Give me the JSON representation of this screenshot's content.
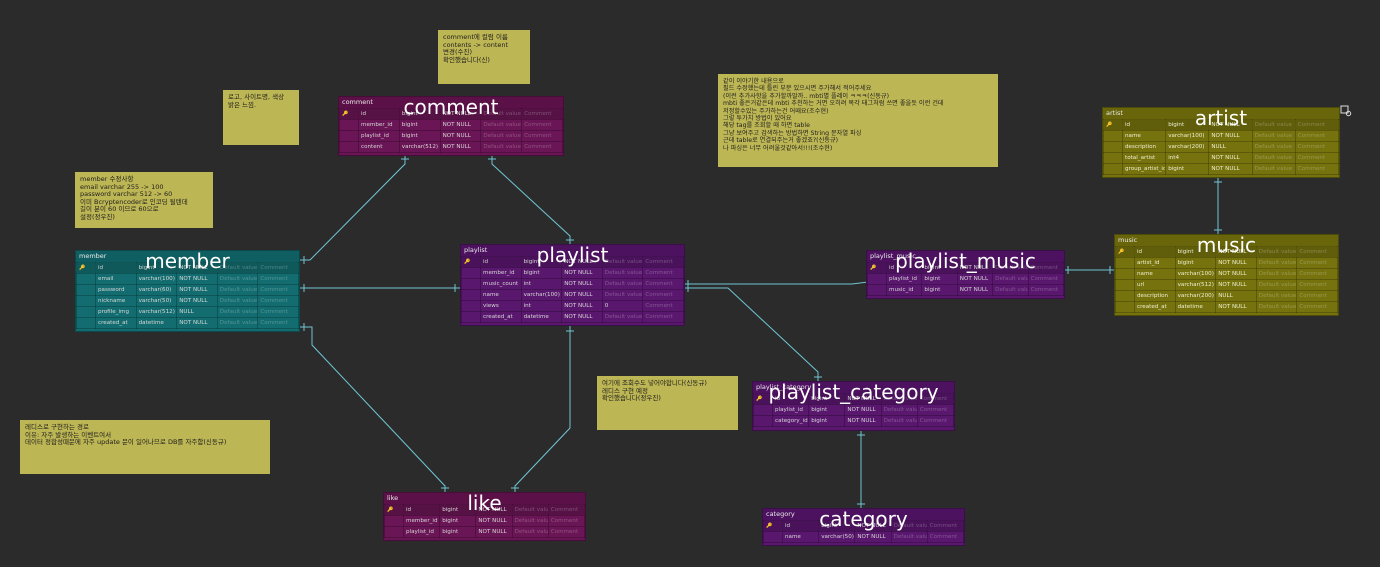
{
  "tables": {
    "comment": {
      "name": "comment",
      "title": "comment",
      "rows": [
        [
          "id",
          "bigint",
          "NOT NULL",
          "Default value",
          "Comment"
        ],
        [
          "member_id",
          "bigint",
          "NOT NULL",
          "Default value",
          "Comment"
        ],
        [
          "playlist_id",
          "bigint",
          "NOT NULL",
          "Default value",
          "Comment"
        ],
        [
          "content",
          "varchar(512)",
          "NOT NULL",
          "Default value",
          "Comment"
        ]
      ]
    },
    "member": {
      "name": "member",
      "title": "member",
      "rows": [
        [
          "id",
          "bigint",
          "NOT NULL",
          "Default value",
          "Comment"
        ],
        [
          "email",
          "varchar(100)",
          "NOT NULL",
          "Default value",
          "Comment"
        ],
        [
          "password",
          "varchar(60)",
          "NOT NULL",
          "Default value",
          "Comment"
        ],
        [
          "nickname",
          "varchar(50)",
          "NOT NULL",
          "Default value",
          "Comment"
        ],
        [
          "profile_img",
          "varchar(512)",
          "NULL",
          "Default value",
          "Comment"
        ],
        [
          "created_at",
          "datetime",
          "NOT NULL",
          "Default value",
          "Comment"
        ]
      ]
    },
    "playlist": {
      "name": "playlist",
      "title": "playlist",
      "rows": [
        [
          "id",
          "bigint",
          "NOT NULL",
          "Default value",
          "Comment"
        ],
        [
          "member_id",
          "bigint",
          "NOT NULL",
          "Default value",
          "Comment"
        ],
        [
          "music_count",
          "int",
          "NOT NULL",
          "Default value",
          "Comment"
        ],
        [
          "name",
          "varchar(100)",
          "NOT NULL",
          "Default value",
          "Comment"
        ],
        [
          "views",
          "int",
          "NOT NULL",
          "0",
          "Comment"
        ],
        [
          "created_at",
          "datetime",
          "NOT NULL",
          "Default value",
          "Comment"
        ]
      ]
    },
    "playlist_music": {
      "name": "playlist_music",
      "title": "playlist_music",
      "rows": [
        [
          "id",
          "bigint",
          "NOT NULL",
          "Default value",
          "Comment"
        ],
        [
          "playlist_id",
          "bigint",
          "NOT NULL",
          "Default value",
          "Comment"
        ],
        [
          "music_id",
          "bigint",
          "NOT NULL",
          "Default value",
          "Comment"
        ]
      ]
    },
    "artist": {
      "name": "artist",
      "title": "artist",
      "rows": [
        [
          "id",
          "bigint",
          "NOT NULL",
          "Default value",
          "Comment"
        ],
        [
          "name",
          "varchar(100)",
          "NOT NULL",
          "Default value",
          "Comment"
        ],
        [
          "description",
          "varchar(200)",
          "NULL",
          "Default value",
          "Comment"
        ],
        [
          "total_artist",
          "int4",
          "NOT NULL",
          "Default value",
          "Comment"
        ],
        [
          "group_artist_id",
          "bigint",
          "NOT NULL",
          "Default value",
          "Comment"
        ]
      ]
    },
    "music": {
      "name": "music",
      "title": "music",
      "rows": [
        [
          "id",
          "bigint",
          "NOT NULL",
          "Default value",
          "Comment"
        ],
        [
          "artist_id",
          "bigint",
          "NOT NULL",
          "Default value",
          "Comment"
        ],
        [
          "name",
          "varchar(100)",
          "NOT NULL",
          "Default value",
          "Comment"
        ],
        [
          "url",
          "varchar(512)",
          "NOT NULL",
          "Default value",
          "Comment"
        ],
        [
          "description",
          "varchar(200)",
          "NULL",
          "Default value",
          "Comment"
        ],
        [
          "created_at",
          "datetime",
          "NOT NULL",
          "Default value",
          "Comment"
        ]
      ]
    },
    "playlist_category": {
      "name": "playlist_category",
      "title": "playlist_category",
      "rows": [
        [
          "id",
          "bigint",
          "NOT NULL",
          "Default value",
          "Comment"
        ],
        [
          "playlist_id",
          "bigint",
          "NOT NULL",
          "Default value",
          "Comment"
        ],
        [
          "category_id",
          "bigint",
          "NOT NULL",
          "Default value",
          "Comment"
        ]
      ]
    },
    "like": {
      "name": "like",
      "title": "like",
      "rows": [
        [
          "id",
          "bigint",
          "NOT NULL",
          "Default value",
          "Comment"
        ],
        [
          "member_id",
          "bigint",
          "NOT NULL",
          "Default value",
          "Comment"
        ],
        [
          "playlist_id",
          "bigint",
          "NOT NULL",
          "Default value",
          "Comment"
        ]
      ]
    },
    "category": {
      "name": "category",
      "title": "category",
      "rows": [
        [
          "id",
          "bigint",
          "NOT NULL",
          "Default value",
          "Comment"
        ],
        [
          "name",
          "varchar(50)",
          "NOT NULL",
          "Default value",
          "Comment"
        ]
      ]
    }
  },
  "notes": {
    "comment_note": "comment에 컬럼 이름\ncontents -> content\n변경(수진)\n확인했습니다(신)",
    "logo_note": "로고, 사이트명, 색상\n밝은 느낌.",
    "member_note": "member 수정사항\nemail varchar 255 -> 100\npassword varchar 512 -> 60\n이미 Bcryptencoder로 인코딩 될텐데\n길이 분이 60 이므로 60으로\n설정(정우진)",
    "redis_note": "레디스로 구현하는 경로\n이유: 자주 발생하는 이벤트여서\n데이터 정합성때문에 자주 update 문이 일어나므로 DB를 자주함(신동규)",
    "views_note": "여기에 조회수도 넣어야합니다(신동규)\n레디스 구현 예정\n확인했습니다(정우진)",
    "artist_note": "같이 이야기한 내용으로\n필드 수정했는데 틀린 부분 있으시면 주가해서 적어주세요\n(이런 추가사항을 추가할까말까.. mbti별 플레이 ㅋㅋㅋ(신동규)\nmbti 좋은거같은데 mbti 추천하는 거면 오히려 목각 태그처럼 쓰면 좋을듯 이런 건데\n저정할수있는 주가하는건 어때요(조수현)\n그렇 투가치 방법이 있어요\n해당 tag를 조회할 때 하면 table\n그냥 보여주고 검색하는 방법하면 String 문자열 파싱\n근데 table로 연결되주는거 좋겠죠?(신동규)\n나 파싱은 너무 어려울것같아서!!!(조수현)"
  }
}
